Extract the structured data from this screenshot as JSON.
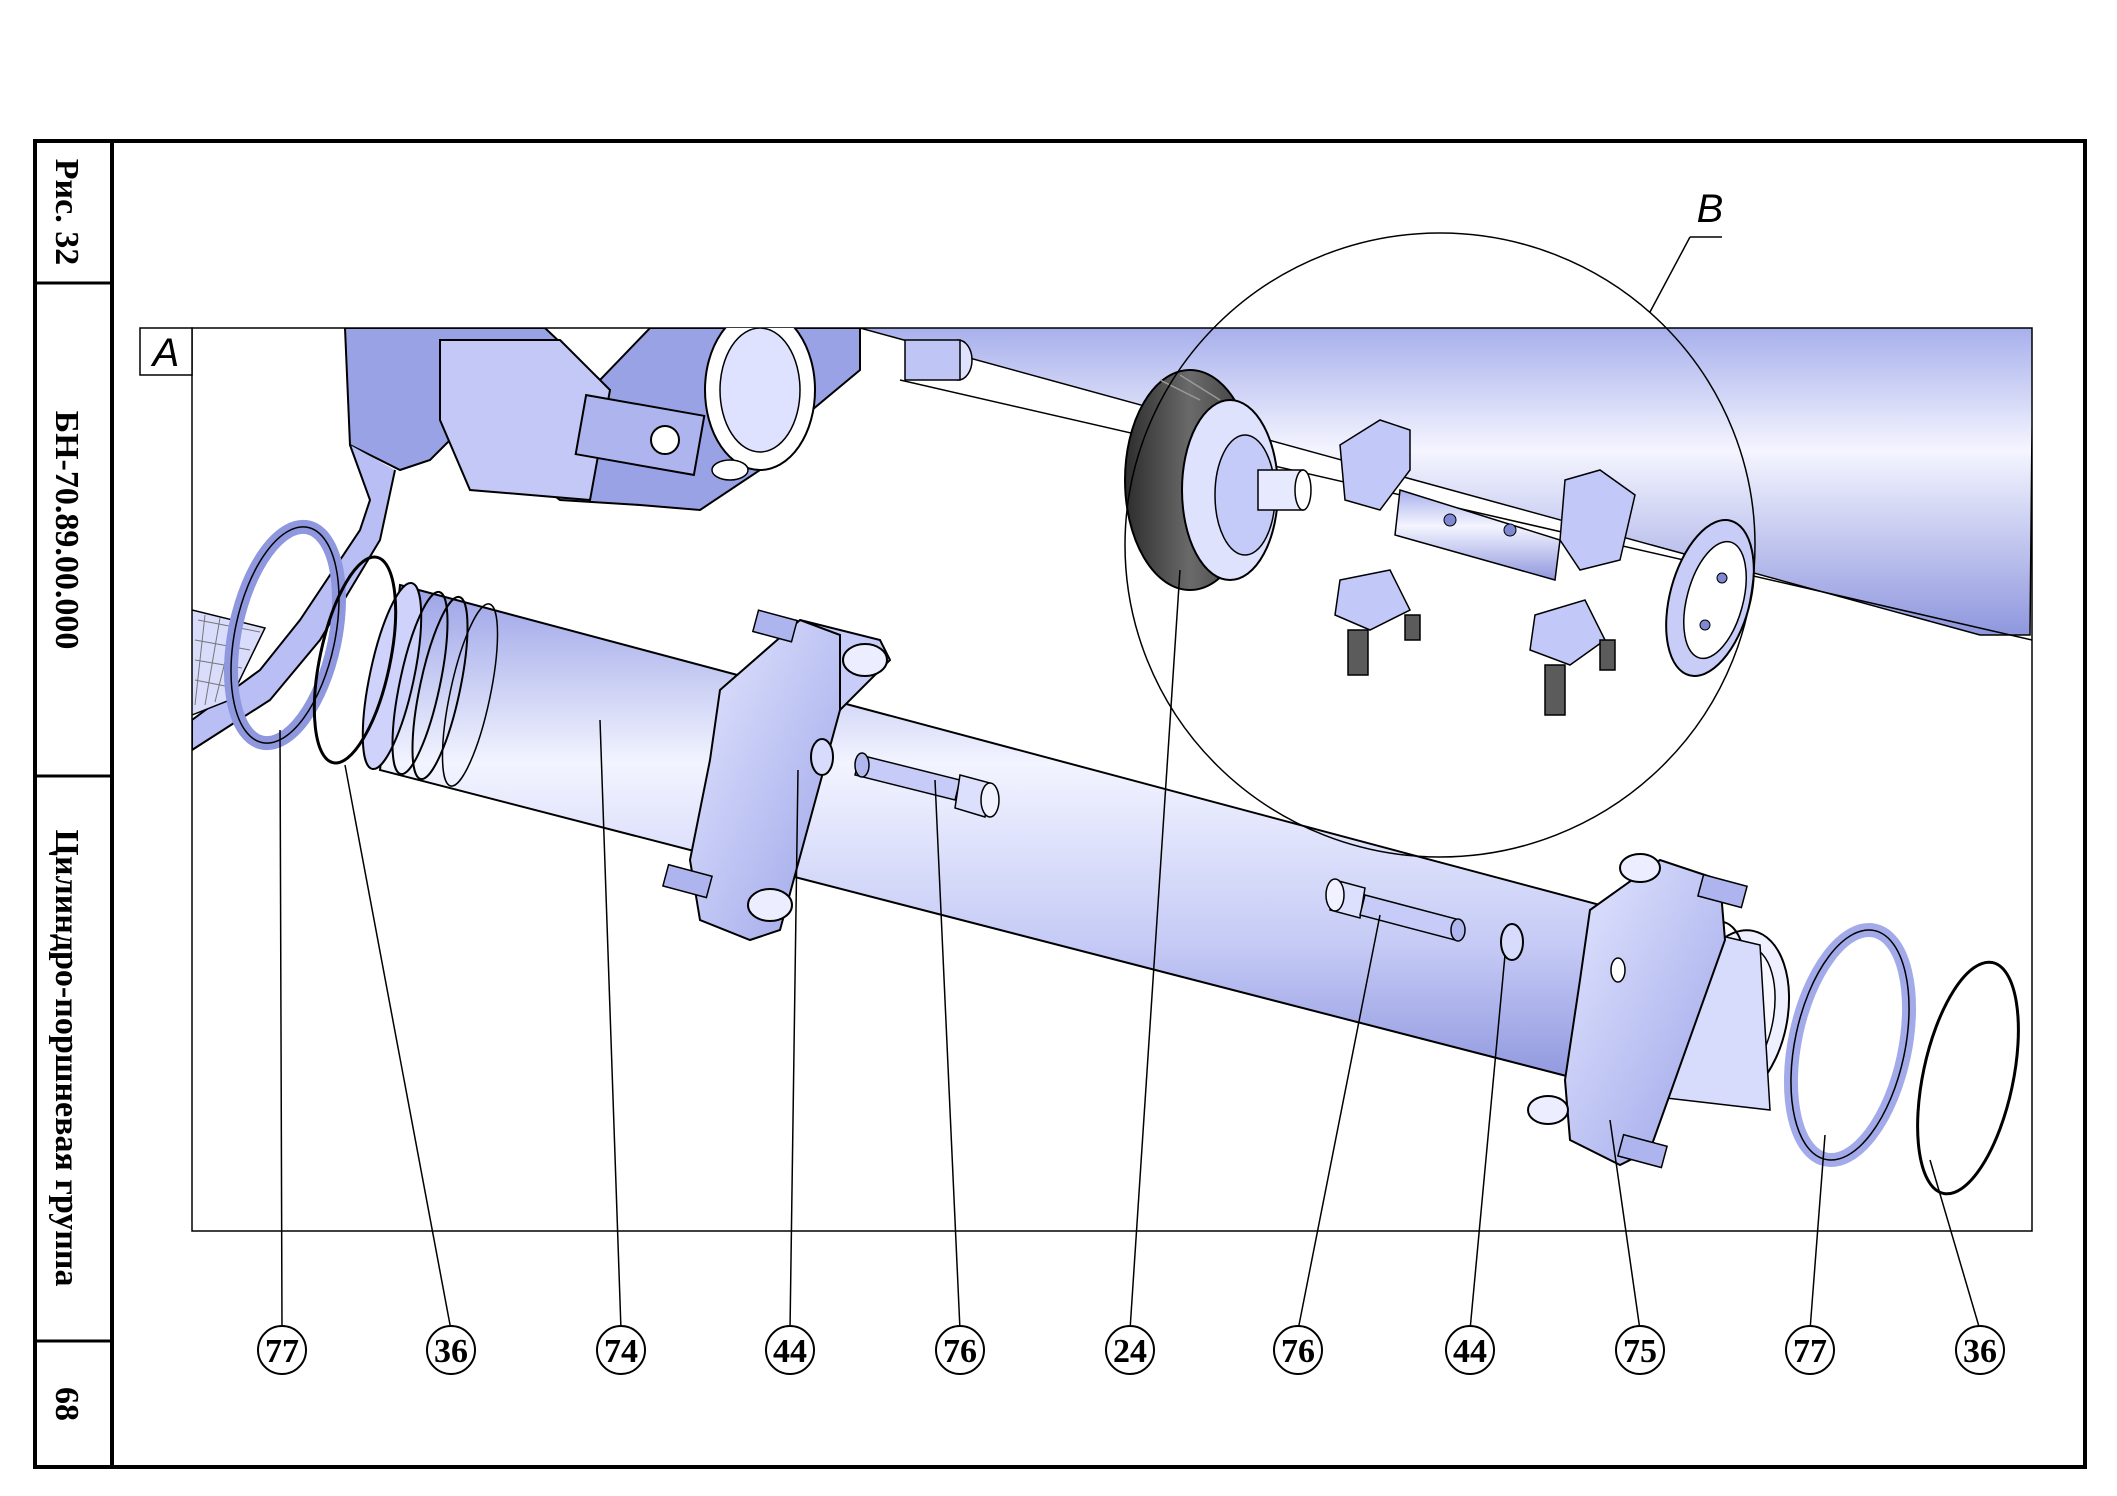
{
  "side_panel": {
    "figure": "Рис. 32",
    "document_code": "БН-70.89.00.000",
    "title": "Цилиндро-поршневая группа",
    "page": "68"
  },
  "views": {
    "main_view": "A",
    "detail_view": "B"
  },
  "callouts": [
    {
      "label": "77",
      "target": "guide-ring"
    },
    {
      "label": "36",
      "target": "o-ring"
    },
    {
      "label": "74",
      "target": "cylinder"
    },
    {
      "label": "44",
      "target": "washer"
    },
    {
      "label": "76",
      "target": "stud"
    },
    {
      "label": "24",
      "target": "piston"
    },
    {
      "label": "76",
      "target": "stud"
    },
    {
      "label": "44",
      "target": "washer"
    },
    {
      "label": "75",
      "target": "flange"
    },
    {
      "label": "77",
      "target": "guide-ring"
    },
    {
      "label": "36",
      "target": "o-ring"
    }
  ],
  "colors": {
    "metal_light": "#e9ecff",
    "metal_mid": "#b7bef2",
    "metal_dark": "#7f88d2",
    "seal_dark": "#3c3c3c",
    "line": "#000000"
  }
}
